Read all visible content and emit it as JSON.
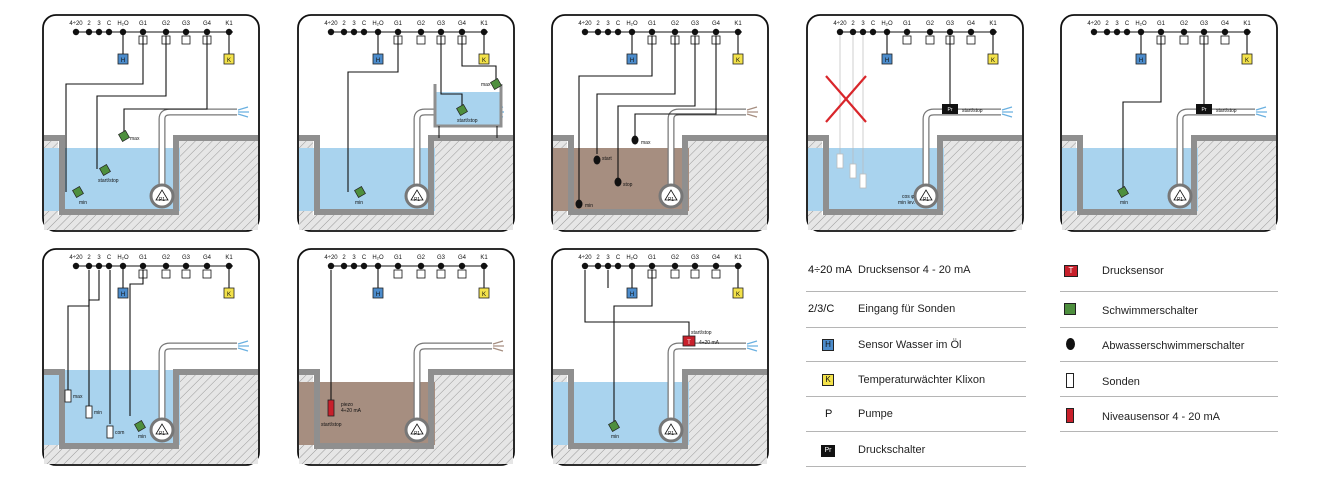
{
  "panels": [
    {
      "terminals": [
        "4÷20",
        "2",
        "3",
        "C",
        "H₂O",
        "G1",
        "G2",
        "G3",
        "G4",
        "K1"
      ],
      "badge_h": "H",
      "badge_k": "K",
      "pump": "P1",
      "labels": {
        "max": "max",
        "startstop": "start/stop",
        "min": "min"
      }
    },
    {
      "terminals": [
        "4÷20",
        "2",
        "3",
        "C",
        "H₂O",
        "G1",
        "G2",
        "G3",
        "G4",
        "K1"
      ],
      "badge_h": "H",
      "badge_k": "K",
      "pump": "P1",
      "labels": {
        "max": "max",
        "startstop": "start/stop",
        "min": "min"
      }
    },
    {
      "terminals": [
        "4÷20",
        "2",
        "3",
        "C",
        "H₂O",
        "G1",
        "G2",
        "G3",
        "G4",
        "K1"
      ],
      "badge_h": "H",
      "badge_k": "K",
      "pump": "P1",
      "labels": {
        "max": "max",
        "start": "start",
        "stop": "stop",
        "min": "min"
      }
    },
    {
      "terminals": [
        "4÷20",
        "2",
        "3",
        "C",
        "H₂O",
        "G1",
        "G2",
        "G3",
        "G4",
        "K1"
      ],
      "badge_h": "H",
      "badge_k": "K",
      "pump": "P1",
      "labels": {
        "pr": "Pr",
        "startstop": "start/stop",
        "cos": "cos φ",
        "minlev": "min lev."
      }
    },
    {
      "terminals": [
        "4÷20",
        "2",
        "3",
        "C",
        "H₂O",
        "G1",
        "G2",
        "G3",
        "G4",
        "K1"
      ],
      "badge_h": "H",
      "badge_k": "K",
      "pump": "P1",
      "labels": {
        "pr": "Pr",
        "startstop": "start/stop",
        "min": "min"
      }
    },
    {
      "terminals": [
        "4÷20",
        "2",
        "3",
        "C",
        "H₂O",
        "G1",
        "G2",
        "G3",
        "G4",
        "K1"
      ],
      "badge_h": "H",
      "badge_k": "K",
      "pump": "P1",
      "labels": {
        "max": "max",
        "min": "min",
        "com": "com",
        "min2": "min"
      }
    },
    {
      "terminals": [
        "4÷20",
        "2",
        "3",
        "C",
        "H₂O",
        "G1",
        "G2",
        "G3",
        "G4",
        "K1"
      ],
      "badge_h": "H",
      "badge_k": "K",
      "pump": "P1",
      "labels": {
        "piezo": "piezo",
        "piezo2": "4÷20 mA",
        "startstop": "start/stop"
      }
    },
    {
      "terminals": [
        "4÷20",
        "2",
        "3",
        "C",
        "H₂O",
        "G1",
        "G2",
        "G3",
        "G4",
        "K1"
      ],
      "badge_h": "H",
      "badge_k": "K",
      "pump": "P1",
      "labels": {
        "startstop": "start/stop",
        "t": "T",
        "ma": "4÷20 mA",
        "min": "min"
      }
    }
  ],
  "legend_left": [
    {
      "code": "4÷20 mA",
      "text": "Drucksensor 4 - 20 mA"
    },
    {
      "code": "2/3/C",
      "text": "Eingang für Sonden"
    },
    {
      "code": "H",
      "text": "Sensor Wasser im Öl"
    },
    {
      "code": "K",
      "text": "Temperaturwächter Klixon"
    },
    {
      "code": "P",
      "text": "Pumpe"
    },
    {
      "code": "Pr",
      "text": "Druckschalter"
    }
  ],
  "legend_right": [
    {
      "code": "T",
      "text": "Drucksensor"
    },
    {
      "code": "",
      "text": "Schwimmerschalter"
    },
    {
      "code": "",
      "text": "Abwasserschwimmerschalter"
    },
    {
      "code": "",
      "text": "Sonden"
    },
    {
      "code": "",
      "text": "Niveausensor 4 - 20 mA"
    }
  ],
  "colors": {
    "water": "#a9d3ee",
    "sewage": "#a68e80",
    "wall": "#8f8f8f",
    "green": "#4e8f3e",
    "blue_badge": "#4c8ccc",
    "yellow_badge": "#f3e24a",
    "red": "#c8202b",
    "line": "#111111"
  }
}
